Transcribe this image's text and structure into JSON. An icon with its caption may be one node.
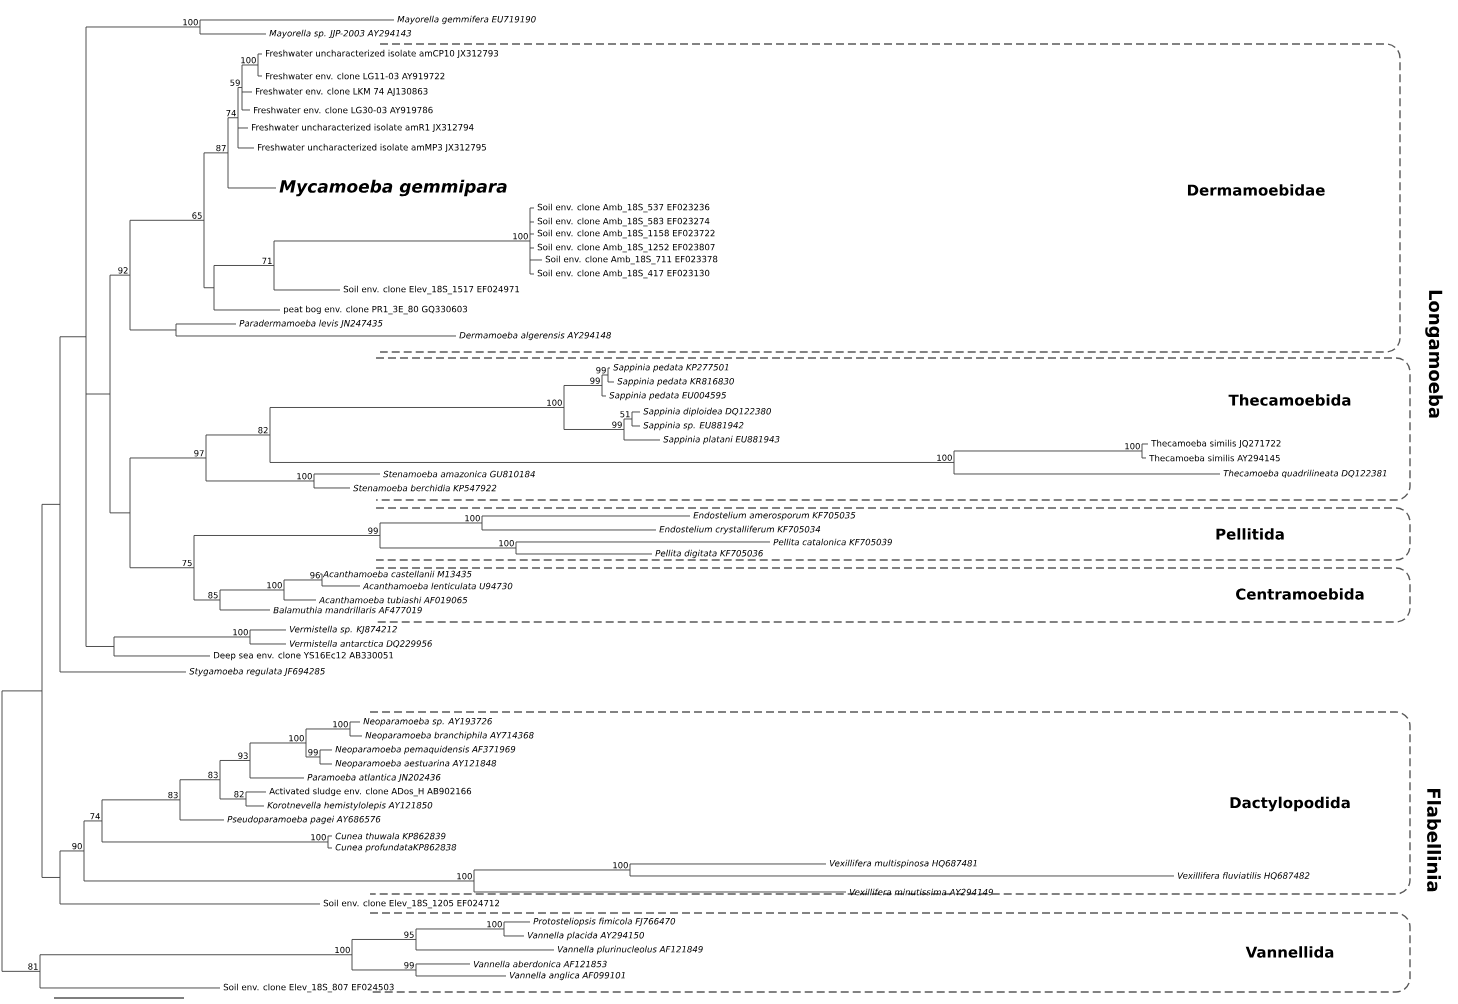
{
  "diagram": {
    "nodes": [
      {
        "text": [
          "Dermamoebidae"
        ]
      },
      {
        "text": [
          "Thecamoebida"
        ]
      },
      {
        "text": [
          "Pellitida"
        ]
      },
      {
        "text": [
          "Centramoebida"
        ]
      },
      {
        "text": [
          "Dactylopodida"
        ]
      },
      {
        "text": [
          "Vannellida"
        ]
      }
    ],
    "labels": [
      "Mayorella gemmifera EU719190",
      "100",
      "Mayorella sp. JJP-2003 AY294143",
      "Freshwater uncharacterized isolate amCP10 JX312793",
      "100",
      "59",
      "Freshwater env. clone LG11-03 AY919722",
      "Freshwater env. clone LKM 74 AJ130863",
      "Freshwater env. clone LG30-03 AY919786",
      "74",
      "Freshwater uncharacterized isolate amR1 JX312794",
      "87",
      "Freshwater uncharacterized isolate amMP3 JX312795",
      "Mycamoeba gemmipara",
      "65",
      "Soil env. clone Amb_18S_537 EF023236",
      "Soil env. clone Amb_18S_583 EF023274",
      "Soil env. clone Amb_18S_1158 EF023722",
      "Soil env. clone Amb_18S_1252 EF023807",
      "Soil env. clone Amb_18S_711 EF023378",
      "Soil env. clone Amb_18S_417 EF023130",
      "100",
      "71",
      "Soil env. clone Elev_18S_1517 EF024971",
      "92",
      "peat bog env. clone PR1_3E_80 GQ330603",
      "Paradermamoeba levis JN247435",
      "Dermamoeba algerensis AY294148",
      "99",
      "Sappinia pedata KP277501",
      "99",
      "Sappinia pedata KR816830",
      "100",
      "Sappinia pedata EU004595",
      "51",
      "Sappinia diploidea DQ122380",
      "99",
      "Sappinia sp. EU881942",
      "82",
      "Sappinia platani EU881943",
      "100",
      "Thecamoeba similis JQ271722",
      "100",
      "Thecamoeba similis AY294145",
      "97",
      "100",
      "Stenamoeba amazonica GU810184",
      "Thecamoeba quadrilineata DQ122381",
      "Stenamoeba berchidia KP547922",
      "100",
      "Endostelium amerosporum KF705035",
      "99",
      "Endostelium crystalliferum KF705034",
      "100",
      "Pellita catalonica KF705039",
      "Pellita digitata KF705036",
      "75",
      "96",
      "Acanthamoeba castellanii M13435",
      "100",
      "Acanthamoeba lenticulata U94730",
      "85",
      "Acanthamoeba tubiashi AF019065",
      "Balamuthia mandrillaris AF477019",
      "100",
      "Vermistella sp. KJ874212",
      "Vermistella antarctica DQ229956",
      "Deep sea env. clone YS16Ec12 AB330051",
      "Stygamoeba regulata JF694285",
      "100",
      "Neoparamoeba sp. AY193726",
      "100",
      "Neoparamoeba branchiphila AY714368",
      "93",
      "99",
      "Neoparamoeba pemaquidensis AF371969",
      "Neoparamoeba aestuarina AY121848",
      "83",
      "Paramoeba atlantica JN202436",
      "83",
      "82",
      "Activated sludge env. clone ADos_H AB902166",
      "Korotnevella hemistylolepis AY121850",
      "74",
      "Pseudoparamoeba pagei AY686576",
      "90",
      "100",
      "Cunea thuwala KP862839",
      "Cunea profundataKP862838",
      "100",
      "100",
      "Vexillifera multispinosa HQ687481",
      "Vexillifera fluviatilis HQ687482",
      "Vexillifera minutissima AY294149",
      "Soil env. clone Elev_18S_1205 EF024712",
      "100",
      "Protosteliopsis fimicola FJ766470",
      "95",
      "Vannella placida AY294150",
      "100",
      "Vannella plurinucleolus AF121849",
      "81",
      "99",
      "Vannella aberdonica AF121853",
      "Vannella anglica AF099101",
      "Soil env. clone Elev_18S_807 EF024503",
      "Longamoeba",
      "Flabellinia"
    ]
  }
}
